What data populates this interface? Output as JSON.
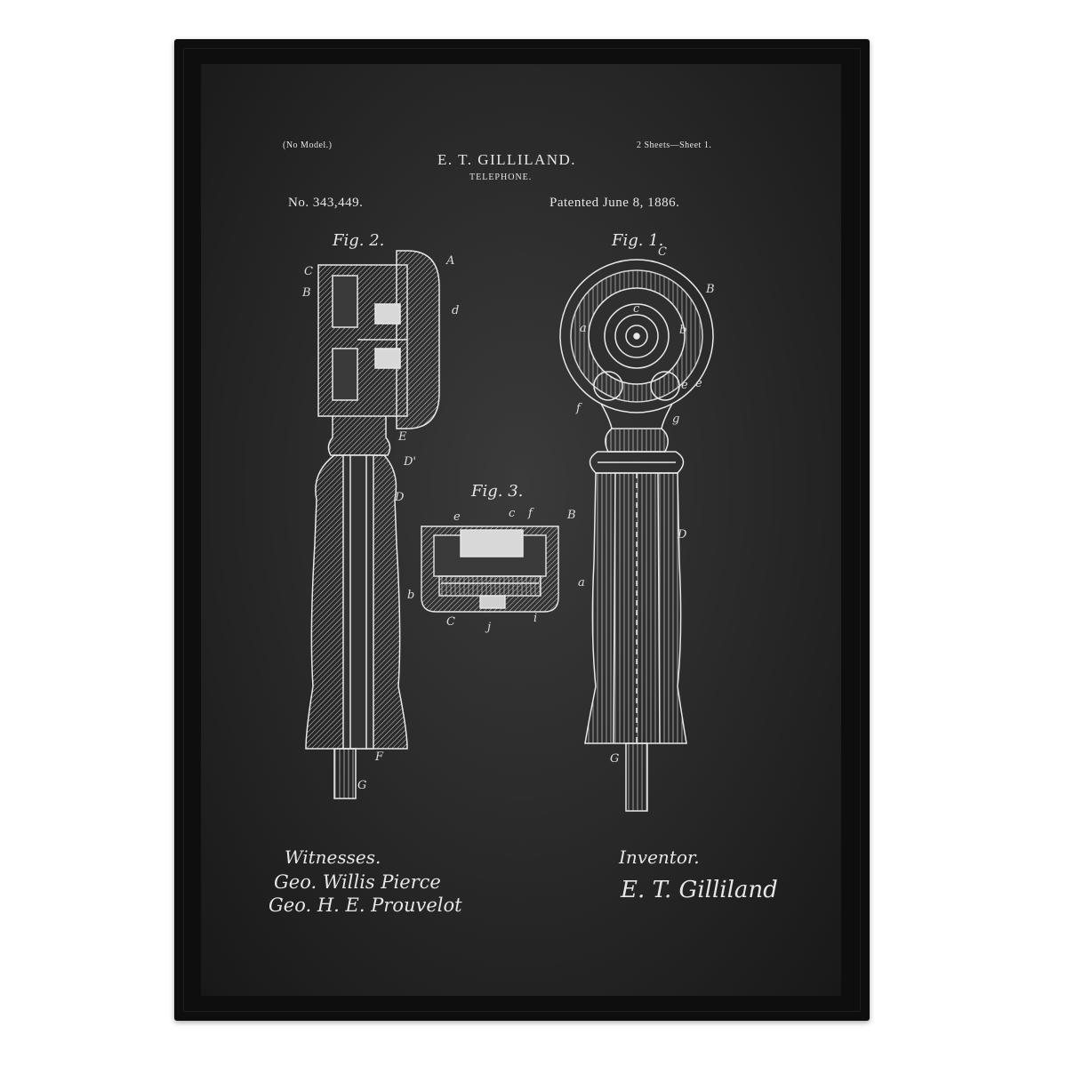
{
  "header": {
    "no_model": "(No Model.)",
    "inventor_name": "E. T. GILLILAND.",
    "sheets": "2 Sheets—Sheet 1.",
    "title": "TELEPHONE.",
    "patent_no": "No. 343,449.",
    "patented": "Patented June 8, 1886."
  },
  "figures": {
    "fig1": "Fig. 1.",
    "fig2": "Fig. 2.",
    "fig3": "Fig. 3."
  },
  "labels": {
    "fig2": [
      "C",
      "B",
      "A",
      "d",
      "E",
      "D'",
      "D",
      "F",
      "G"
    ],
    "fig1": [
      "C",
      "B",
      "a",
      "b",
      "c",
      "e",
      "e",
      "f",
      "g",
      "D",
      "G"
    ],
    "fig3": [
      "e",
      "c",
      "f",
      "B",
      "a",
      "b",
      "C",
      "j",
      "i"
    ]
  },
  "footer": {
    "witnesses_label": "Witnesses.",
    "witness1": "Geo. Willis Pierce",
    "witness2": "Geo. H. E. Prouvelot",
    "inventor_label": "Inventor.",
    "inventor_signature": "E. T. Gilliland"
  },
  "colors": {
    "frame": "#0e0e0e",
    "chalkboard": "#2b2b2b",
    "ink": "#e6e6e6"
  }
}
